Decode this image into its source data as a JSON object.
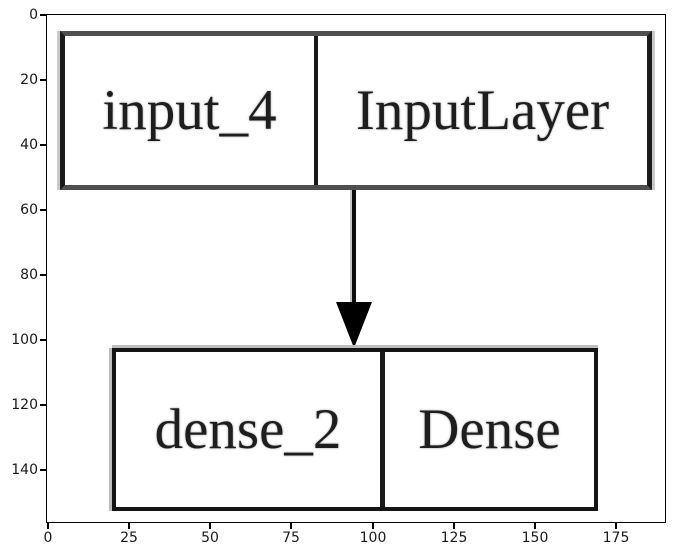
{
  "figure": {
    "background": "#ffffff",
    "type": "matplotlib-imshow of keras plot_model diagram"
  },
  "axes": {
    "spine_color": "#000000",
    "x": {
      "ticks": [
        "0",
        "25",
        "50",
        "75",
        "100",
        "125",
        "150",
        "175"
      ]
    },
    "y": {
      "ticks": [
        "0",
        "20",
        "40",
        "60",
        "80",
        "100",
        "120",
        "140"
      ]
    }
  },
  "diagram": {
    "nodes": [
      {
        "name": "input_4",
        "type": "InputLayer"
      },
      {
        "name": "dense_2",
        "type": "Dense"
      }
    ],
    "edge": {
      "from": "input_4",
      "to": "dense_2"
    },
    "colors": {
      "node_border_dark": "#1b1b1b",
      "node_border_gray": "#4f4f4f",
      "edge": "#000000",
      "text": "#1e1e1e"
    }
  }
}
